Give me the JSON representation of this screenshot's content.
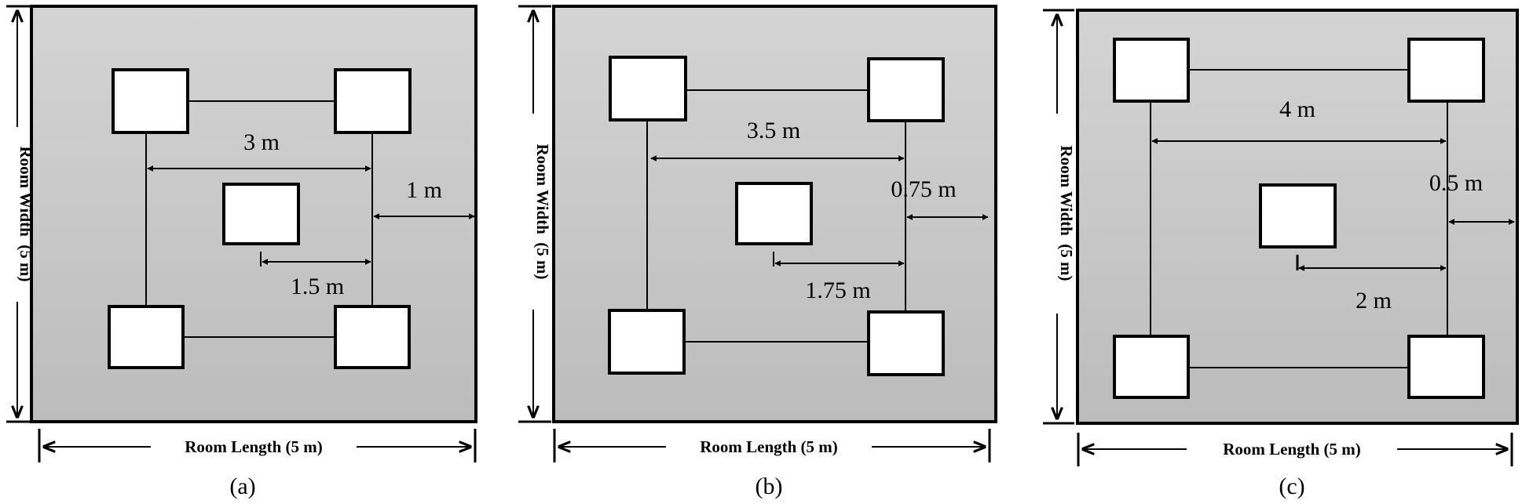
{
  "panels": [
    {
      "caption": "(a)",
      "width_label": "Room Width  (5 m)",
      "length_label": "Room Length (5 m)",
      "spacing_label": "3 m",
      "edge_label": "1 m",
      "center_label": "1.5 m"
    },
    {
      "caption": "(b)",
      "width_label": "Room Width  (5 m)",
      "length_label": "Room Length (5 m)",
      "spacing_label": "3.5 m",
      "edge_label": "0.75 m",
      "center_label": "1.75 m"
    },
    {
      "caption": "(c)",
      "width_label": "Room Width  (5 m)",
      "length_label": "Room Length (5 m)",
      "spacing_label": "4 m",
      "edge_label": "0.5 m",
      "center_label": "2 m"
    }
  ],
  "colors": {
    "room_fill": "#c8c8c8",
    "light_fill": "#ffffff",
    "stroke": "#000000"
  }
}
